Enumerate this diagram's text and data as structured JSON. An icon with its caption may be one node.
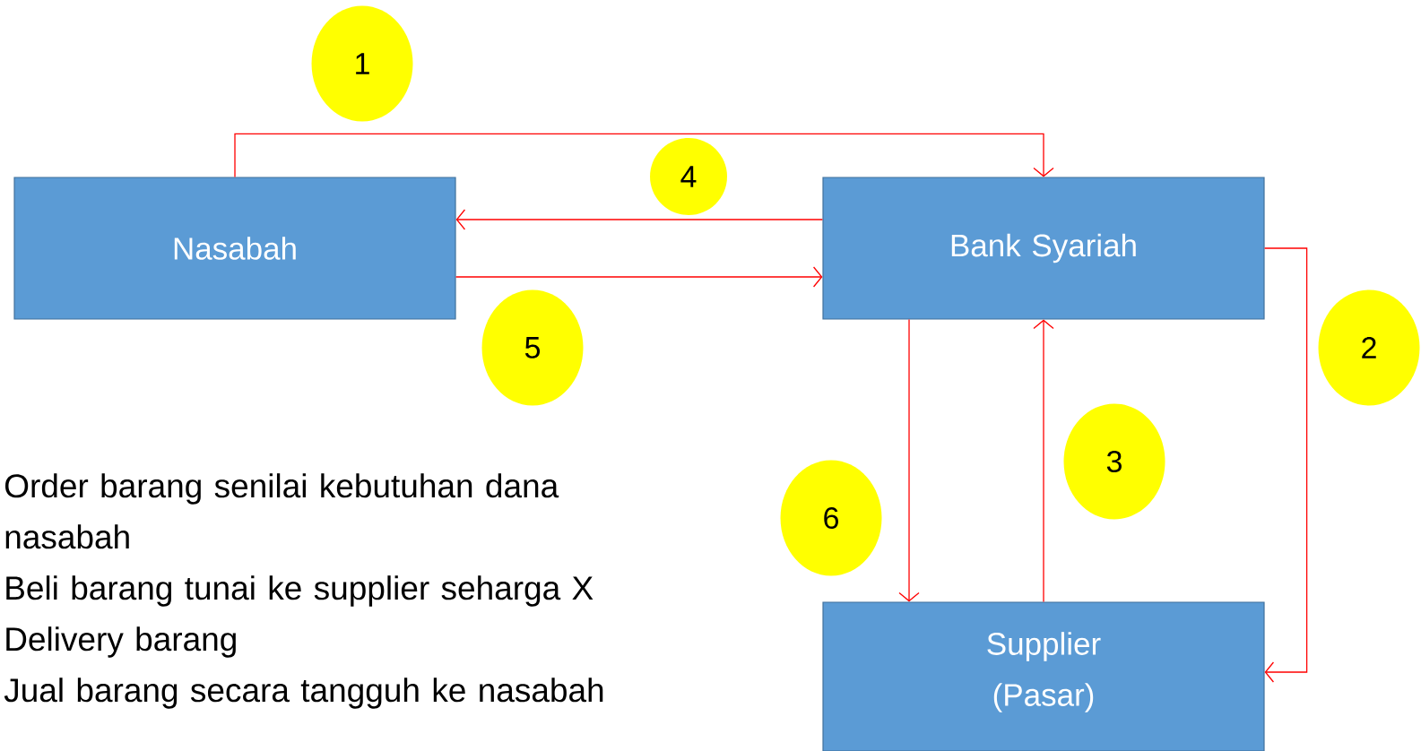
{
  "diagram": {
    "nodes": [
      {
        "text": [
          "1"
        ]
      },
      {
        "text": [
          "Nasabah"
        ]
      },
      {
        "text": [
          "4"
        ]
      },
      {
        "text": [
          "Bank Syariah"
        ]
      },
      {
        "text": [
          "5"
        ]
      },
      {
        "text": [
          "2"
        ]
      },
      {
        "text": [
          "3"
        ]
      },
      {
        "text": [
          "6"
        ]
      },
      {
        "text": [
          "Supplier (Pasar)"
        ]
      }
    ],
    "edges": [
      {
        "from": 1,
        "to": 3,
        "arrow": "to"
      },
      {
        "from": 3,
        "to": 1,
        "arrow": "to"
      },
      {
        "from": 1,
        "to": 3,
        "arrow": "to"
      },
      {
        "from": 3,
        "to": 8,
        "arrow": "to"
      },
      {
        "from": 8,
        "to": 3,
        "arrow": "to"
      },
      {
        "from": 3,
        "to": 8,
        "arrow": "to"
      }
    ],
    "labels": [
      "Order barang senilai kebutuhan dana nasabah",
      "Beli barang tunai ke supplier seharga X",
      "Delivery barang",
      "Jual barang secara tangguh ke nasabah"
    ]
  }
}
